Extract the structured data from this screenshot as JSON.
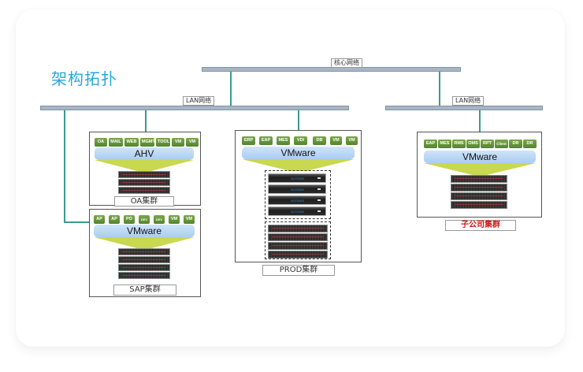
{
  "title": "架构拓扑",
  "networks": {
    "core": "核心网络",
    "lan_left": "LAN网络",
    "lan_right": "LAN网络"
  },
  "clusters": {
    "oa": {
      "label": "OA集群",
      "hypervisor": "AHV",
      "vms": [
        "OA",
        "MAIL",
        "WEB",
        "MGMT",
        "TOOL",
        "VM",
        "VM"
      ],
      "server_count": 3
    },
    "sap": {
      "label": "SAP集群",
      "hypervisor": "VMware",
      "vms": [
        "AP",
        "AP",
        "PO",
        "DEV",
        "DEV",
        "VM",
        "VM"
      ],
      "server_count": 4
    },
    "prod": {
      "label": "PROD集群",
      "hypervisor": "VMware",
      "vms": [
        "ERP",
        "EAP",
        "MES",
        "VDI",
        "DB",
        "VM",
        "VM"
      ],
      "nutanix_nodes": 4,
      "server_count": 4,
      "node_brand": "NUTANIX"
    },
    "sub": {
      "label": "子公司集群",
      "hypervisor": "VMware",
      "vms": [
        "EAP",
        "MES",
        "RMS",
        "OMS",
        "RPT",
        "Client",
        "DR",
        "DR"
      ],
      "server_count": 4
    }
  },
  "colors": {
    "title": "#2aa7da",
    "bus": "#aab4c8",
    "link": "#3a9c8a",
    "vm": "#6a9a3c",
    "hypervisor": "#b9d8f4",
    "funnel": "#c8d850",
    "sub_label": "#d01818"
  }
}
